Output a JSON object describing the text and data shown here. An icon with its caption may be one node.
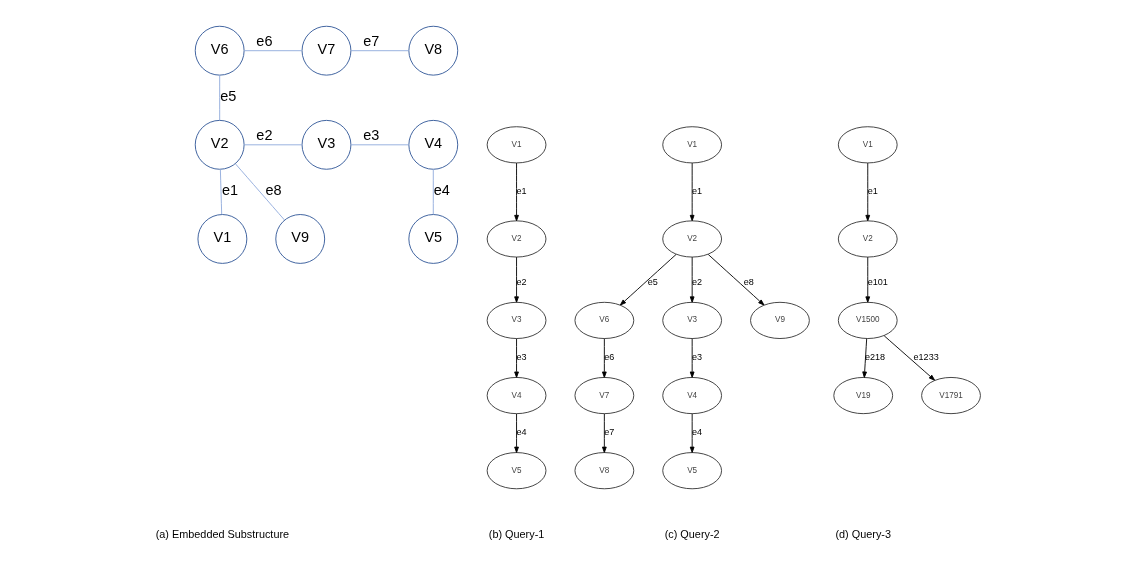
{
  "diagram": {
    "nodes": [
      {
        "text": [
          "V6"
        ]
      },
      {
        "text": [
          "V7"
        ]
      },
      {
        "text": [
          "V8"
        ]
      },
      {
        "text": [
          "V2"
        ]
      },
      {
        "text": [
          "V3"
        ]
      },
      {
        "text": [
          "V4"
        ]
      },
      {
        "text": [
          "V1"
        ]
      },
      {
        "text": [
          "V9"
        ]
      },
      {
        "text": [
          "V5"
        ]
      },
      {
        "text": [
          "V1"
        ]
      },
      {
        "text": [
          "V2"
        ]
      },
      {
        "text": [
          "V3"
        ]
      },
      {
        "text": [
          "V4"
        ]
      },
      {
        "text": [
          "V5"
        ]
      },
      {
        "text": [
          "V1"
        ]
      },
      {
        "text": [
          "V2"
        ]
      },
      {
        "text": [
          "V6"
        ]
      },
      {
        "text": [
          "V3"
        ]
      },
      {
        "text": [
          "V9"
        ]
      },
      {
        "text": [
          "V7"
        ]
      },
      {
        "text": [
          "V4"
        ]
      },
      {
        "text": [
          "V8"
        ]
      },
      {
        "text": [
          "V5"
        ]
      },
      {
        "text": [
          "V1"
        ]
      },
      {
        "text": [
          "V2"
        ]
      },
      {
        "text": [
          "V1500"
        ]
      },
      {
        "text": [
          "V19"
        ]
      },
      {
        "text": [
          "V1791"
        ]
      }
    ],
    "edges": [
      {
        "from": 0,
        "to": 1,
        "arrow": "none",
        "label": "e6",
        "color": "#8faadc"
      },
      {
        "from": 1,
        "to": 2,
        "arrow": "none",
        "label": "e7",
        "color": "#8faadc"
      },
      {
        "from": 0,
        "to": 3,
        "arrow": "none",
        "label": "e5",
        "color": "#8faadc"
      },
      {
        "from": 3,
        "to": 4,
        "arrow": "none",
        "label": "e2",
        "color": "#8faadc"
      },
      {
        "from": 4,
        "to": 5,
        "arrow": "none",
        "label": "e3",
        "color": "#8faadc"
      },
      {
        "from": 3,
        "to": 6,
        "arrow": "none",
        "label": "e1",
        "color": "#8faadc"
      },
      {
        "from": 3,
        "to": 7,
        "arrow": "none",
        "label": "e8",
        "color": "#8faadc"
      },
      {
        "from": 5,
        "to": 8,
        "arrow": "none",
        "label": "e4",
        "color": "#8faadc"
      },
      {
        "from": 9,
        "to": 10,
        "arrow": "to",
        "label": "e1"
      },
      {
        "from": 10,
        "to": 11,
        "arrow": "to",
        "label": "e2"
      },
      {
        "from": 11,
        "to": 12,
        "arrow": "to",
        "label": "e3"
      },
      {
        "from": 12,
        "to": 13,
        "arrow": "to",
        "label": "e4"
      },
      {
        "from": 14,
        "to": 15,
        "arrow": "to",
        "label": "e1"
      },
      {
        "from": 15,
        "to": 16,
        "arrow": "to",
        "label": "e5"
      },
      {
        "from": 15,
        "to": 17,
        "arrow": "to",
        "label": "e2"
      },
      {
        "from": 15,
        "to": 18,
        "arrow": "to",
        "label": "e8"
      },
      {
        "from": 16,
        "to": 19,
        "arrow": "to",
        "label": "e6"
      },
      {
        "from": 17,
        "to": 20,
        "arrow": "to",
        "label": "e3"
      },
      {
        "from": 19,
        "to": 21,
        "arrow": "to",
        "label": "e7"
      },
      {
        "from": 20,
        "to": 22,
        "arrow": "to",
        "label": "e4"
      },
      {
        "from": 23,
        "to": 24,
        "arrow": "to",
        "label": "e1"
      },
      {
        "from": 24,
        "to": 25,
        "arrow": "to",
        "label": "e101"
      },
      {
        "from": 25,
        "to": 26,
        "arrow": "to",
        "label": "e218"
      },
      {
        "from": 25,
        "to": 27,
        "arrow": "to",
        "label": "e1233"
      }
    ],
    "labels": [
      "(a) Embedded Substructure",
      "(b) Query-1",
      "(c) Query-2",
      "(d) Query-3"
    ]
  }
}
